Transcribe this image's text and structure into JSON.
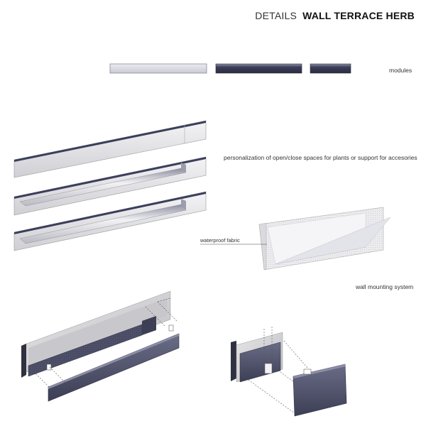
{
  "header": {
    "prefix": "DETAILS",
    "title": "WALL TERRACE HERB"
  },
  "captions": {
    "modules": "modules",
    "personalization": "personalization of open/close spaces for plants or support for accesories",
    "waterproof_fabric": "waterproof fabric",
    "wall_mounting": "wall mounting system"
  },
  "colors": {
    "module_light": "#d8d8e2",
    "module_dark": "#3c3f58",
    "panel_gray": "#d4d4d6",
    "panel_dark": "#4a4d63"
  }
}
